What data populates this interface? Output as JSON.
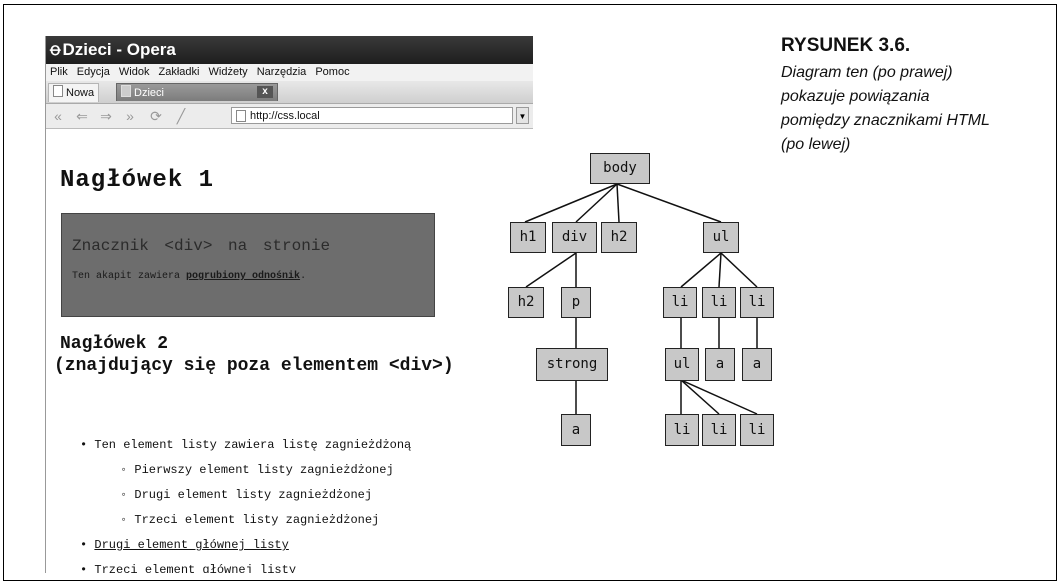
{
  "browser": {
    "title": "Dzieci - Opera",
    "menu": [
      "Plik",
      "Edycja",
      "Widok",
      "Zakładki",
      "Widżety",
      "Narzędzia",
      "Pomoc"
    ],
    "tabs": {
      "new_label": "Nowa",
      "active_label": "Dzieci",
      "close_glyph": "x"
    },
    "address": "http://css.local",
    "nav_icons": [
      "rewind-icon",
      "back-icon",
      "forward-icon",
      "fast-forward-icon",
      "reload-icon",
      "edit-icon"
    ]
  },
  "page": {
    "h1": "Nagłówek 1",
    "div_title": "Znacznik <div> na stronie",
    "div_para_before": "Ten akapit zawiera ",
    "div_para_link": "pogrubiony odnośnik",
    "div_para_after": ".",
    "h2_line1": "Nagłówek 2",
    "h2_line2": "(znajdujący się poza elementem <div>)",
    "list": {
      "item1": "Ten element listy zawiera listę zagnieżdżoną",
      "nested": [
        "Pierwszy element listy zagnieżdżonej",
        "Drugi element listy zagnieżdżonej",
        "Trzeci element listy zagnieżdżonej"
      ],
      "item2": "Drugi element głównej listy",
      "item3": "Trzeci element głównej listy"
    }
  },
  "tree": {
    "body": "body",
    "h1": "h1",
    "div": "div",
    "h2_top": "h2",
    "ul_top": "ul",
    "h2_child": "h2",
    "p": "p",
    "li_1": "li",
    "li_2": "li",
    "li_3": "li",
    "strong": "strong",
    "ul_nested": "ul",
    "a_1": "a",
    "a_2": "a",
    "a_strong": "a",
    "li_n1": "li",
    "li_n2": "li",
    "li_n3": "li"
  },
  "caption": {
    "title": "RYSUNEK 3.6.",
    "line1": "Diagram ten (po prawej)",
    "line2": "pokazuje powiązania",
    "line3": "pomiędzy znacznikami HTML",
    "line4": "(po lewej)"
  }
}
